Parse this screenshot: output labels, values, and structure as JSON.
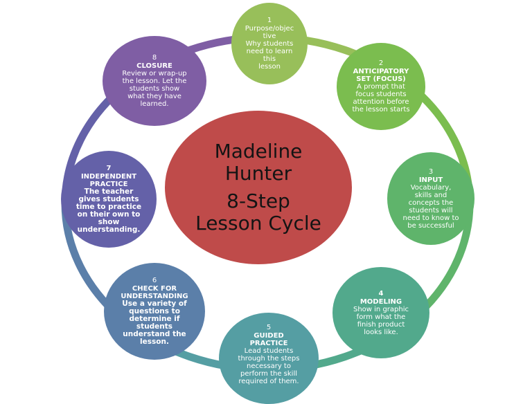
{
  "colors": {
    "center": "#bf4b4a",
    "step1": "#98bf5a",
    "step2": "#7bbd4f",
    "step3": "#5fb46b",
    "step4": "#52a98c",
    "step5": "#559ea3",
    "step6": "#5b7fa9",
    "step7": "#6461a8",
    "step8": "#7f5ea4"
  },
  "center": {
    "line1": "Madeline",
    "line2": "Hunter",
    "line3": "8-Step",
    "line4": "Lesson Cycle"
  },
  "steps": [
    {
      "number": "1",
      "title": "",
      "lines": [
        "Purpose/objec",
        "tive",
        "Why students",
        "need to learn",
        "this",
        "lesson"
      ]
    },
    {
      "number": "2",
      "title": "ANTICIPATORY SET (FOCUS)",
      "lines": [
        "A prompt that",
        "focus students",
        "attention before",
        "the lesson starts"
      ]
    },
    {
      "number": "3",
      "title": "INPUT",
      "lines": [
        "Vocabulary,",
        "skills and",
        "concepts the",
        "students will",
        "need to know to",
        "be successful"
      ]
    },
    {
      "number": "4",
      "title": "MODELING",
      "lines": [
        "Show in graphic",
        "form what the",
        "finish product",
        "looks like."
      ]
    },
    {
      "number": "5",
      "title": "GUIDED PRACTICE",
      "lines": [
        "Lead students",
        "through the steps",
        "necessary to",
        "perform the skill",
        "required of them."
      ]
    },
    {
      "number": "6",
      "title": "CHECK FOR UNDERSTANDING",
      "lines": [
        "Use a variety of",
        "questions to",
        "determine if",
        "students",
        "understand the",
        "lesson."
      ]
    },
    {
      "number": "7",
      "title": "INDEPENDENT PRACTICE",
      "lines": [
        "The teacher",
        "gives students",
        "time to practice",
        "on their own to",
        "show",
        "understanding."
      ]
    },
    {
      "number": "8",
      "title": "CLOSURE",
      "lines": [
        "Review or wrap-up",
        "the lesson. Let the",
        "students show",
        "what they have",
        "learned."
      ]
    }
  ]
}
